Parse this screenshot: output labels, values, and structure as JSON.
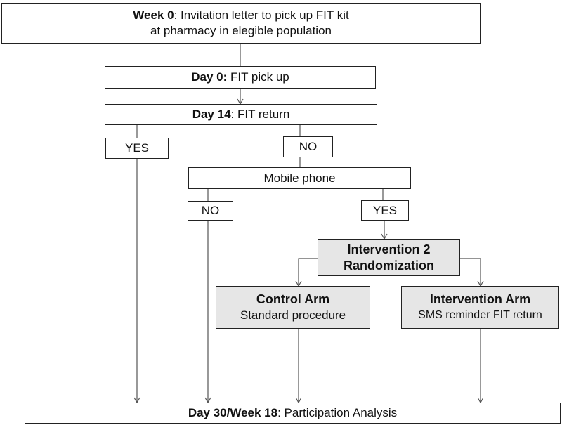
{
  "boxes": {
    "week0": {
      "bold": "Week 0",
      "rest": ": Invitation letter to pick up FIT kit",
      "line2": "at pharmacy in elegible population"
    },
    "day0": {
      "bold": "Day 0:",
      "rest": " FIT pick up"
    },
    "day14": {
      "bold": "Day 14",
      "rest": ": FIT return"
    },
    "yes_left": {
      "label": "YES"
    },
    "no_top": {
      "label": "NO"
    },
    "mobile": {
      "label": "Mobile phone"
    },
    "no_left": {
      "label": "NO"
    },
    "yes_right": {
      "label": "YES"
    },
    "randomization": {
      "line1": "Intervention  2",
      "line2": "Randomization"
    },
    "control": {
      "title": "Control Arm",
      "subtitle": "Standard procedure"
    },
    "intervention": {
      "title": "Intervention Arm",
      "subtitle": "SMS reminder FIT return"
    },
    "final": {
      "bold": "Day 30/Week 18",
      "rest": ": Participation Analysis"
    }
  },
  "colors": {
    "line": "#555555",
    "gray_fill": "#e6e6e6"
  }
}
